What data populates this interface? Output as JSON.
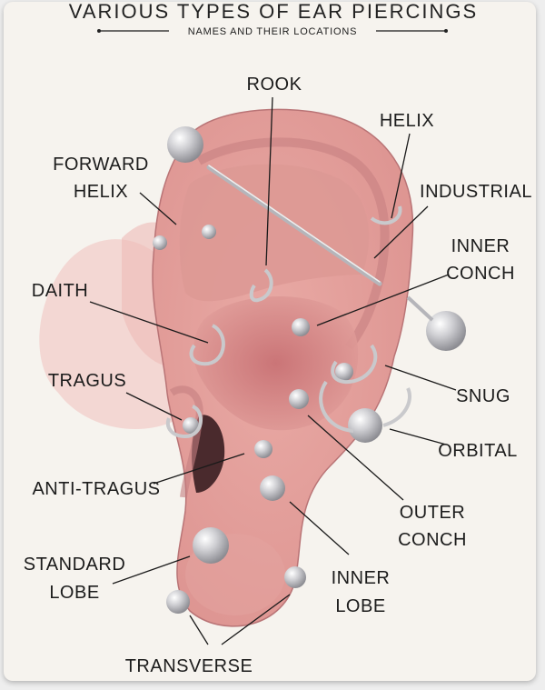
{
  "title": "VARIOUS TYPES OF EAR PIERCINGS",
  "subtitle": "NAMES AND THEIR LOCATIONS",
  "labels": {
    "rook": "ROOK",
    "helix": "HELIX",
    "forward_helix_1": "FORWARD",
    "forward_helix_2": "HELIX",
    "industrial": "INDUSTRIAL",
    "inner_conch_1": "INNER",
    "inner_conch_2": "CONCH",
    "daith": "DAITH",
    "tragus": "TRAGUS",
    "snug": "SNUG",
    "orbital": "ORBITAL",
    "anti_tragus": "ANTI-TRAGUS",
    "outer_conch_1": "OUTER",
    "outer_conch_2": "CONCH",
    "standard_lobe_1": "STANDARD",
    "standard_lobe_2": "LOBE",
    "inner_lobe_1": "INNER",
    "inner_lobe_2": "LOBE",
    "transverse": "TRANSVERSE"
  },
  "colors": {
    "skin": "#e7a7a2",
    "skin_shadow": "#c9787a",
    "wash": "#f0c5c3",
    "metal": "#c9c9cc"
  }
}
